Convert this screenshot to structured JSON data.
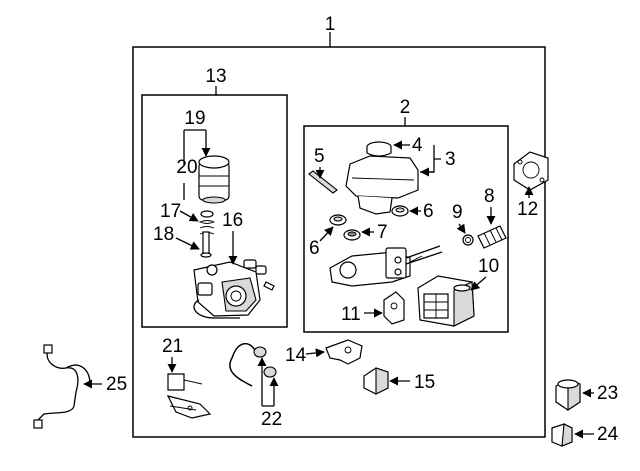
{
  "callouts": {
    "c1": "1",
    "c2": "2",
    "c3": "3",
    "c4": "4",
    "c5": "5",
    "c6a": "6",
    "c6b": "6",
    "c7": "7",
    "c8": "8",
    "c9": "9",
    "c10": "10",
    "c11": "11",
    "c12": "12",
    "c13": "13",
    "c14": "14",
    "c15": "15",
    "c16": "16",
    "c17": "17",
    "c18": "18",
    "c19": "19",
    "c20": "20",
    "c21": "21",
    "c22": "22",
    "c23": "23",
    "c24": "24",
    "c25": "25"
  },
  "colors": {
    "line": "#000000",
    "background": "#ffffff",
    "part_shade": "#d9d9d9"
  }
}
